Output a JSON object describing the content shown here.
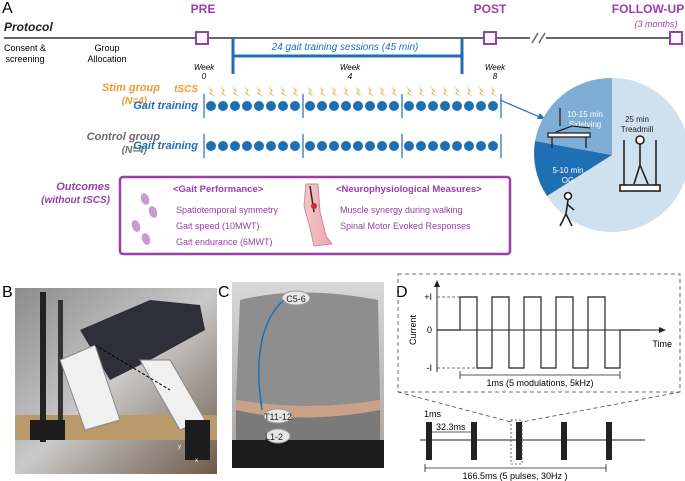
{
  "panels": {
    "a": "A",
    "b": "B",
    "c": "C",
    "d": "D"
  },
  "timeline": {
    "protocol": "Protocol",
    "pre": "PRE",
    "post": "POST",
    "followup": "FOLLOW-UP",
    "followup_note": "(3 months)",
    "consent_line1": "Consent &",
    "consent_line2": "screening",
    "group_line1": "Group",
    "group_line2": "Allocation",
    "sessions": "24 gait training sessions (45 min)",
    "week0_label": "Week",
    "week0_num": "0",
    "week4_label": "Week",
    "week4_num": "4",
    "week8_label": "Week",
    "week8_num": "8"
  },
  "groups": {
    "stim_line1": "Stim group",
    "stim_line2": "(N=4)",
    "tscs": "tSCS",
    "gait_stim": "Gait training",
    "control_line1": "Control group",
    "control_line2": "(N=4)",
    "gait_control": "Gait training",
    "colors": {
      "stim": "#f39a2e",
      "gait": "#1f6fb5",
      "control": "#6b6b6b",
      "accent": "#9a3fa8"
    }
  },
  "outcomes": {
    "title_line1": "Outcomes",
    "title_line2": "(without tSCS)",
    "gait_header": "<Gait Performance>",
    "gait_items": [
      "Spatiotemporal symmetry",
      "Gait speed (10MWT)",
      "Gait endurance (6MWT)"
    ],
    "neuro_header": "<Neurophysiological Measures>",
    "neuro_items": [
      "Muscle synergy during walking",
      "Spinal Motor Evoked Responses"
    ]
  },
  "session_pie": {
    "sidelying_line1": "10-15 min",
    "sidelying_line2": "Sidelying",
    "og_line1": "5-10 min",
    "og_line2": "OG",
    "treadmill_line1": "25 min",
    "treadmill_line2": "Treadmill"
  },
  "electrodes": {
    "c56": "C5-6",
    "t1112": "T11-12",
    "l12": "L1-2"
  },
  "waveform": {
    "plus_i": "+I",
    "zero": "0",
    "minus_i": "-I",
    "ylabel": "Current",
    "xlabel": "Time",
    "modulation_caption": "1ms (5 modulations, 5kHz)",
    "pulse_width": "1ms",
    "interval": "32.3ms",
    "train_caption": "166.5ms (5 pulses, 30Hz )"
  },
  "axes_icon": {
    "y": "y",
    "x": "x"
  }
}
